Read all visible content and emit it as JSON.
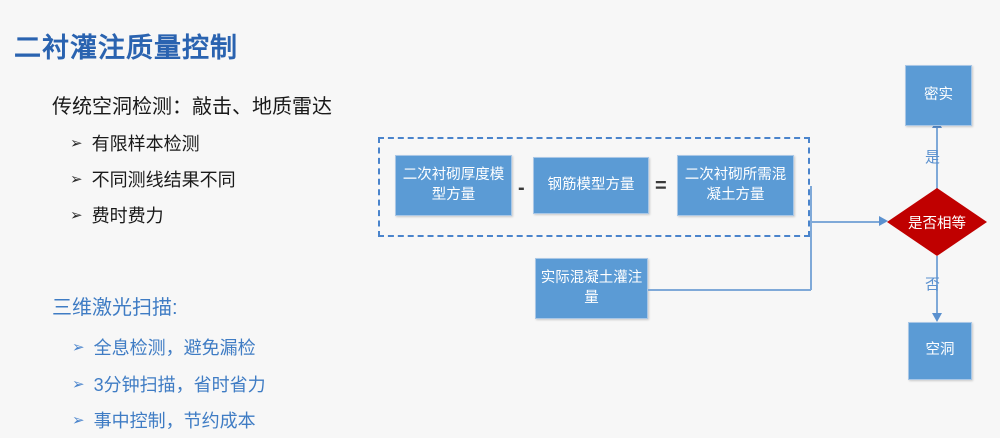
{
  "slide": {
    "title": "二衬灌注质量控制",
    "title_color": "#2a63b0",
    "background_color": "#f7f7f7"
  },
  "left_panel": {
    "traditional": {
      "heading": "传统空洞检测：敲击、地质雷达",
      "text_color": "#1a1a1a",
      "bullet_glyph": "➢",
      "bullets": [
        "有限样本检测",
        "不同测线结果不同",
        "费时费力"
      ]
    },
    "laser": {
      "heading": "三维激光扫描:",
      "text_color": "#3f7cc4",
      "bullet_glyph": "➢",
      "bullets": [
        "全息检测，避免漏检",
        "3分钟扫描，省时省力",
        "事中控制，节约成本"
      ]
    }
  },
  "diagram": {
    "box_fill_color": "#5b9bd5",
    "box_text_color": "#ffffff",
    "connector_color": "#7fa9d8",
    "dashed_border_color": "#4a84cc",
    "formula_boxes": [
      {
        "id": "thickness",
        "label": "二次衬砌厚度模型方量"
      },
      {
        "id": "rebar",
        "label": "钢筋模型方量"
      },
      {
        "id": "concrete",
        "label": "二次衬砌所需混凝土方量"
      }
    ],
    "operators": {
      "minus": "-",
      "equals": "="
    },
    "actual_box": {
      "id": "actual",
      "label": "实际混凝土灌注量"
    },
    "decision": {
      "label": "是否相等",
      "fill_color": "#c00000",
      "text_color": "#ffffff"
    },
    "edge_labels": {
      "yes": "是",
      "no": "否"
    },
    "outcomes": [
      {
        "id": "dense",
        "label": "密实"
      },
      {
        "id": "void",
        "label": "空洞"
      }
    ]
  }
}
